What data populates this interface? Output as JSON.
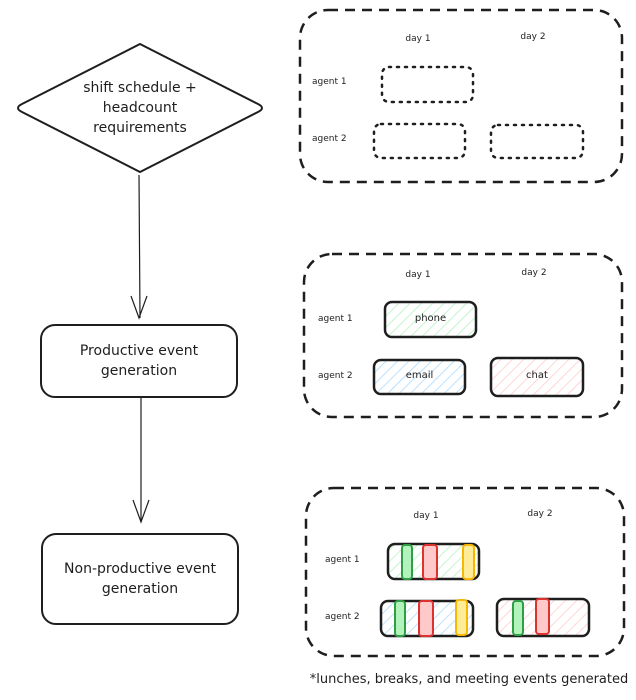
{
  "flowchart": {
    "start_node": "shift schedule + headcount requirements",
    "step1": "Productive event generation",
    "step2": "Non-productive event generation"
  },
  "panel1": {
    "days": [
      "day 1",
      "day 2"
    ],
    "agents": [
      "agent 1",
      "agent 2"
    ],
    "shifts": [
      {
        "agent": "agent 1",
        "day": "day 1",
        "state": "empty"
      },
      {
        "agent": "agent 2",
        "day": "day 1",
        "state": "empty"
      },
      {
        "agent": "agent 2",
        "day": "day 2",
        "state": "empty"
      }
    ]
  },
  "panel2": {
    "days": [
      "day 1",
      "day 2"
    ],
    "agents": [
      "agent 1",
      "agent 2"
    ],
    "shifts": [
      {
        "agent": "agent 1",
        "day": "day 1",
        "label": "phone",
        "color": "#b2f2bb"
      },
      {
        "agent": "agent 2",
        "day": "day 1",
        "label": "email",
        "color": "#a5d8ff"
      },
      {
        "agent": "agent 2",
        "day": "day 2",
        "label": "chat",
        "color": "#ffc9c9"
      }
    ]
  },
  "panel3": {
    "days": [
      "day 1",
      "day 2"
    ],
    "agents": [
      "agent 1",
      "agent 2"
    ],
    "colors": {
      "break": "#b2f2bb",
      "break_stroke": "#2f9e44",
      "lunch": "#ffc9c9",
      "lunch_stroke": "#e03131",
      "meeting": "#ffec99",
      "meeting_stroke": "#f8b800"
    },
    "footnote": "*lunches, breaks, and meeting events generated"
  }
}
